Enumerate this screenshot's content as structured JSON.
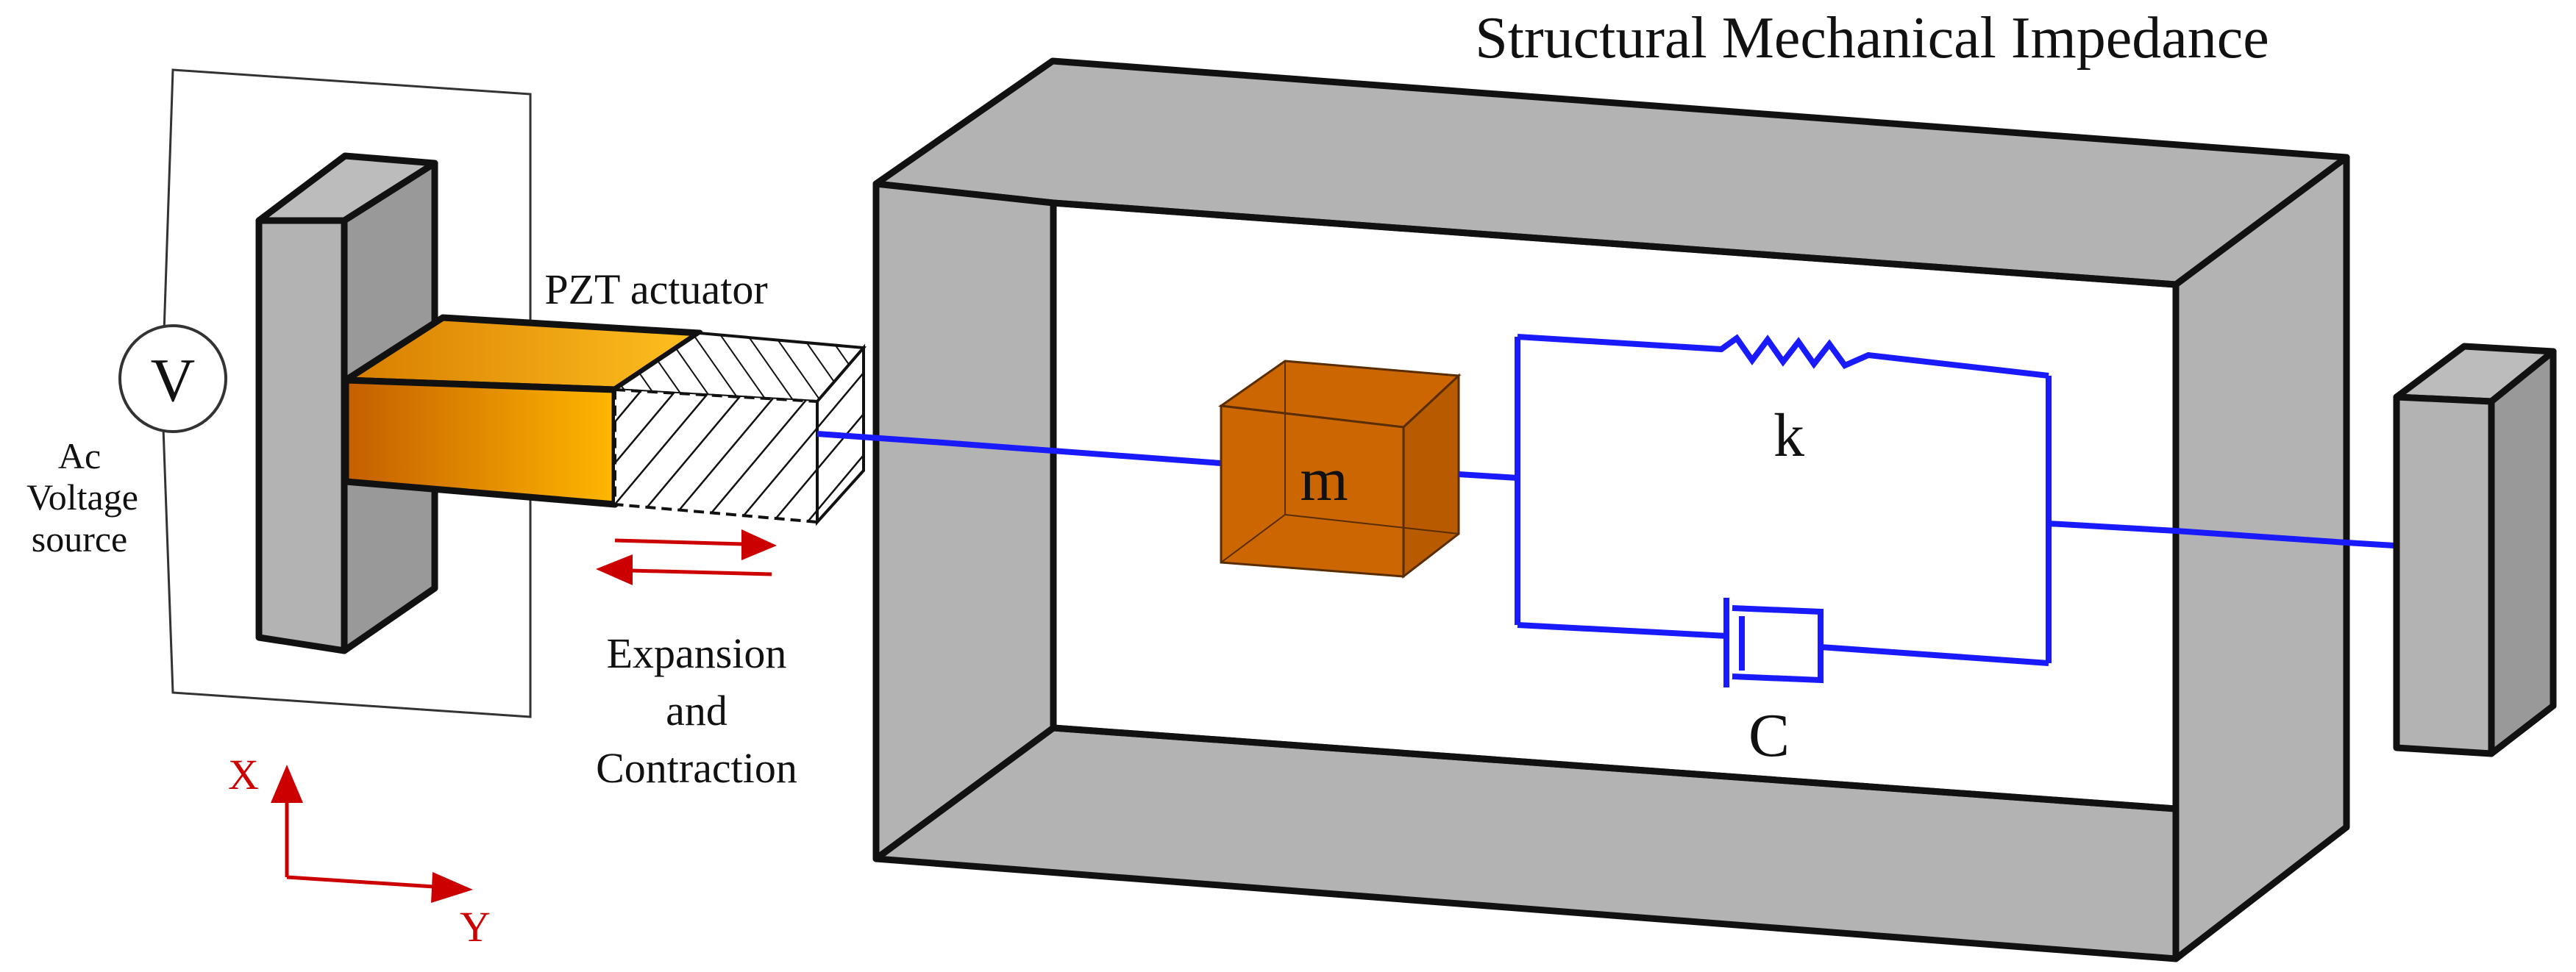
{
  "title": "Structural Mechanical Impedance",
  "labels": {
    "voltage_symbol": "V",
    "source_line1": "Ac",
    "source_line2": "Voltage",
    "source_line3": "source",
    "pzt": "PZT actuator",
    "motion_line1": "Expansion",
    "motion_line2": "and",
    "motion_line3": "Contraction",
    "mass": "m",
    "spring": "k",
    "damper": "C",
    "axis_x": "X",
    "axis_y": "Y"
  },
  "colors": {
    "frame_gray": "#b3b3b3",
    "pzt_orange_dark": "#cc6a00",
    "pzt_orange_light": "#ffb300",
    "mass_brown": "#cc6600",
    "wire_blue": "#1a1aff",
    "arrow_red": "#cc0000"
  }
}
